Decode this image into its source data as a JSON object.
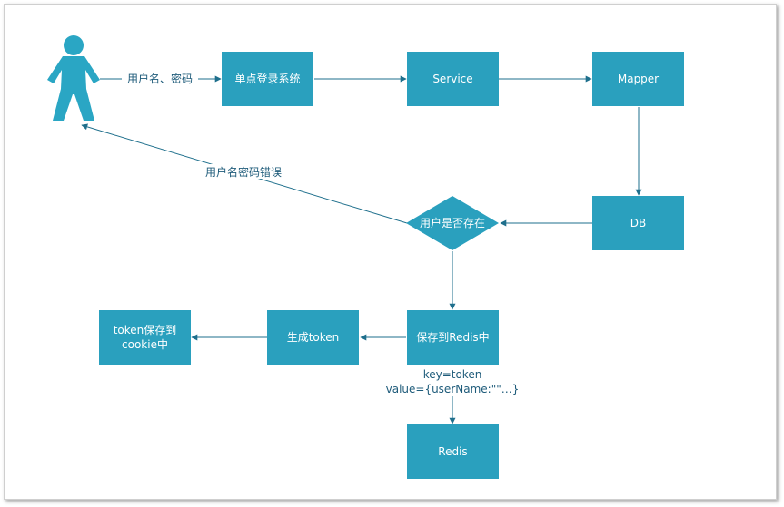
{
  "colors": {
    "node_fill": "#2aa0be",
    "node_text": "#ffffff",
    "edge": "#1e6f8c",
    "edge_label": "#1e5b7a",
    "user_icon": "#2aa6c4"
  },
  "icons": {
    "user": "person-icon"
  },
  "nodes": {
    "sso": "单点登录系统",
    "service": "Service",
    "mapper": "Mapper",
    "db": "DB",
    "exists": "用户是否存在",
    "save_redis": "保存到Redis中",
    "gen_token": "生成token",
    "cookie_line1": "token保存到",
    "cookie_line2": "cookie中",
    "redis": "Redis"
  },
  "edges": {
    "credentials": "用户名、密码",
    "wrong_credentials": "用户名密码错误",
    "kv_line1": "key=token",
    "kv_line2": "value={userName:\"\"…}"
  }
}
